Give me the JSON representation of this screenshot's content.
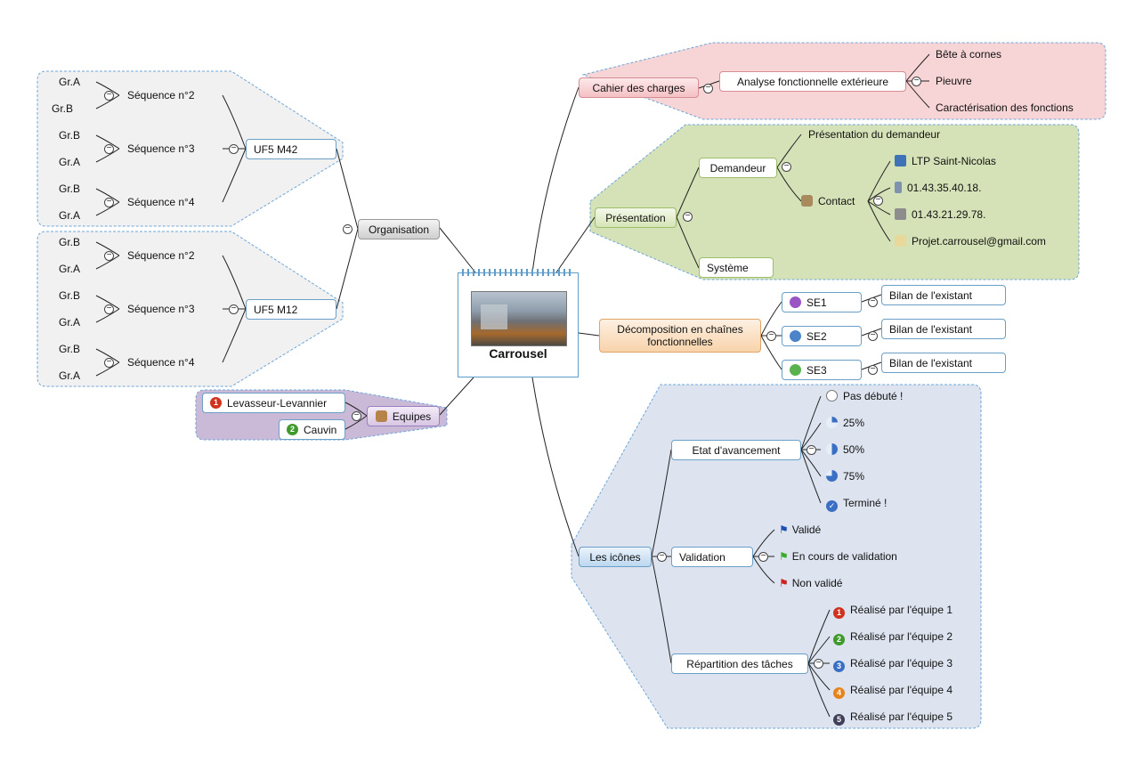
{
  "central": {
    "title": "Carrousel"
  },
  "organisation": {
    "label": "Organisation",
    "groups": [
      {
        "label": "UF5 M42",
        "sequences": [
          {
            "label": "Séquence n°2",
            "groups": [
              "Gr.A",
              "Gr.B"
            ]
          },
          {
            "label": "Séquence n°3",
            "groups": [
              "Gr.B",
              "Gr.A"
            ]
          },
          {
            "label": "Séquence n°4",
            "groups": [
              "Gr.B",
              "Gr.A"
            ]
          }
        ]
      },
      {
        "label": "UF5 M12",
        "sequences": [
          {
            "label": "Séquence n°2",
            "groups": [
              "Gr.B",
              "Gr.A"
            ]
          },
          {
            "label": "Séquence n°3",
            "groups": [
              "Gr.B",
              "Gr.A"
            ]
          },
          {
            "label": "Séquence n°4",
            "groups": [
              "Gr.B",
              "Gr.A"
            ]
          }
        ]
      }
    ]
  },
  "equipes": {
    "label": "Equipes",
    "members": [
      {
        "label": "Levasseur-Levannier",
        "num": "1"
      },
      {
        "label": "Cauvin",
        "num": "2"
      }
    ]
  },
  "cahier": {
    "label": "Cahier des charges",
    "analyse": "Analyse fonctionnelle extérieure",
    "items": [
      "Bête à cornes",
      "Pieuvre",
      "Caractérisation des fonctions"
    ]
  },
  "presentation": {
    "label": "Présentation",
    "demandeur": "Demandeur",
    "pres_demandeur": "Présentation du demandeur",
    "contact": "Contact",
    "contact_items": [
      "LTP Saint-Nicolas",
      "01.43.35.40.18.",
      "01.43.21.29.78.",
      "Projet.carrousel@gmail.com"
    ],
    "systeme": "Système"
  },
  "decomposition": {
    "label_line1": "Décomposition en chaînes",
    "label_line2": "fonctionnelles",
    "items": [
      {
        "label": "SE1",
        "child": "Bilan de l'existant"
      },
      {
        "label": "SE2",
        "child": "Bilan de l'existant"
      },
      {
        "label": "SE3",
        "child": "Bilan de l'existant"
      }
    ]
  },
  "icones": {
    "label": "Les icônes",
    "etat": {
      "label": "Etat d'avancement",
      "items": [
        "Pas débuté !",
        "25%",
        "50%",
        "75%",
        "Terminé !"
      ]
    },
    "validation": {
      "label": "Validation",
      "items": [
        "Validé",
        "En cours de validation",
        "Non validé"
      ]
    },
    "repartition": {
      "label": "Répartition des tâches",
      "items": [
        "Réalisé par l'équipe 1",
        "Réalisé par l'équipe 2",
        "Réalisé par l'équipe 3",
        "Réalisé par l'équipe 4",
        "Réalisé par l'équipe 5"
      ]
    }
  },
  "colors": {
    "cahier_bg": "#f7d4d6",
    "presentation_bg": "#d5e2b7",
    "equipes_bg": "#cbb9d8",
    "icones_bg": "#dde4ef",
    "organisation_bg": "#f1f1f1",
    "boundary": "#6fa6d8"
  },
  "icons": {
    "equipes": "people-icon",
    "demandeur": "person-icon",
    "contact": "contacts-icon",
    "phone": "mobile-phone-icon",
    "fax": "fax-icon",
    "email": "envelope-icon",
    "se": "pushpin-icon",
    "progress": "pie-progress-icon",
    "flag": "flag-icon",
    "number": "numbered-circle-icon"
  }
}
